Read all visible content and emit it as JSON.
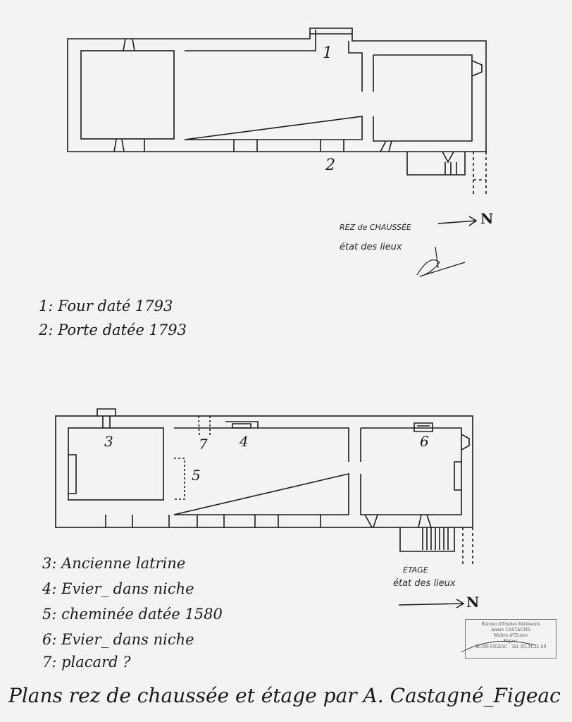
{
  "plan_rdc": {
    "room_marker_1": "1",
    "room_marker_2": "2",
    "title": "REZ de CHAUSSÉE",
    "subtitle": "état des lieux",
    "north_label": "N"
  },
  "legend_rdc": {
    "items": [
      "1: Four daté 1793",
      "2: Porte datée 1793"
    ]
  },
  "plan_etage": {
    "markers": [
      "3",
      "4",
      "5",
      "6",
      "7"
    ],
    "title": "ÉTAGE",
    "subtitle": "état des lieux",
    "north_label": "N"
  },
  "legend_etage": {
    "items": [
      "3: Ancienne latrine",
      "4: Evier_ dans niche",
      "5: cheminée datée 1580",
      "6: Evier_ dans niche",
      "7: placard ?"
    ]
  },
  "stamp": {
    "lines": [
      "Bureau d'Etudes Bâtiments",
      "André CASTAGNÉ",
      "Maître d'Œuvre",
      "Figeac",
      "46100 FIGEAC - Tél. 65.34.21.69"
    ]
  },
  "caption": "Plans rez de chaussée et étage par A. Castagné_Figeac",
  "colors": {
    "ink": "#1c1c1c",
    "paper": "#f3f3f1"
  }
}
